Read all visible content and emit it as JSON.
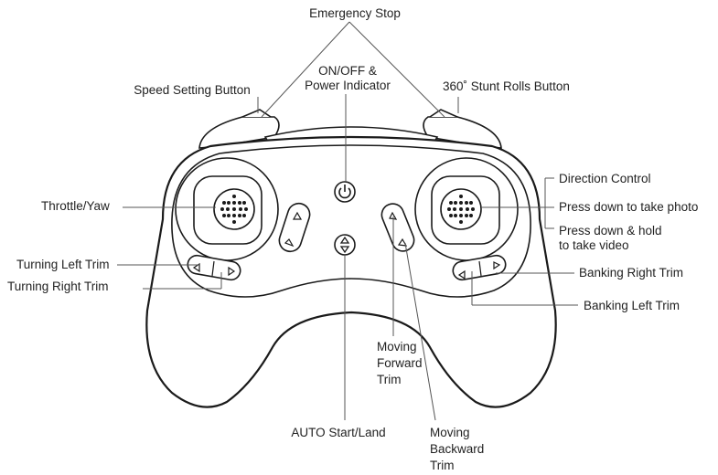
{
  "labels": {
    "emergency_stop": "Emergency Stop",
    "on_off_line1": "ON/OFF &",
    "on_off_line2": "Power Indicator",
    "speed_setting": "Speed Setting Button",
    "stunt_rolls": "360˚ Stunt Rolls Button",
    "direction_control": "Direction Control",
    "take_photo": "Press down to take photo",
    "take_video_line1": "Press down & hold",
    "take_video_line2": "to take video",
    "throttle_yaw": "Throttle/Yaw",
    "turning_left_trim": "Turning Left Trim",
    "turning_right_trim": "Turning Right Trim",
    "banking_right_trim": "Banking Right Trim",
    "banking_left_trim": "Banking Left Trim",
    "moving_forward_line1": "Moving",
    "moving_forward_line2": "Forward",
    "moving_forward_line3": "Trim",
    "auto_start_land": "AUTO Start/Land",
    "moving_backward_line1": "Moving",
    "moving_backward_line2": "Backward",
    "moving_backward_line3": "Trim"
  },
  "icons": {
    "power": "power-icon",
    "auto": "up-down-arrows-icon",
    "stick": "thumbstick-icon"
  }
}
